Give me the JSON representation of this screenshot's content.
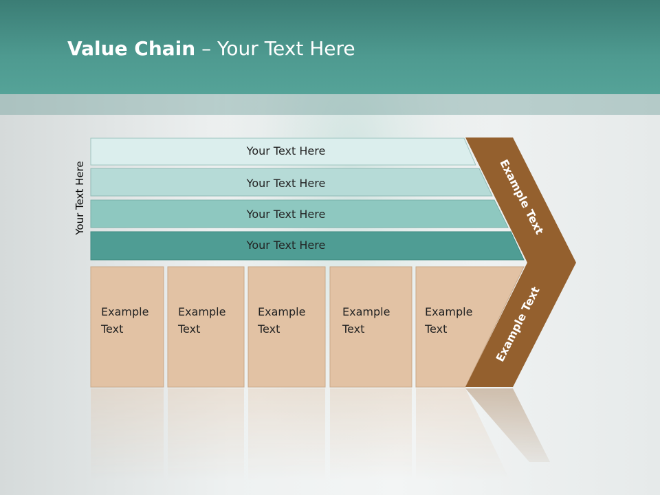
{
  "slide": {
    "title_bold": "Value Chain",
    "title_rest": " – Your Text Here",
    "side_label": "Your Text Here"
  },
  "bars": [
    {
      "label": "Your Text Here",
      "color": "#dbeeed"
    },
    {
      "label": "Your Text Here",
      "color": "#b6dbd7"
    },
    {
      "label": "Your Text Here",
      "color": "#8ec8c0"
    },
    {
      "label": "Your Text Here",
      "color": "#4f9d94"
    }
  ],
  "boxes": [
    {
      "line1": "Example",
      "line2": "Text"
    },
    {
      "line1": "Example",
      "line2": "Text"
    },
    {
      "line1": "Example",
      "line2": "Text"
    },
    {
      "line1": "Example",
      "line2": "Text"
    },
    {
      "line1": "Example",
      "line2": "Text"
    }
  ],
  "chevron": {
    "upper_label": "Example Text",
    "lower_label": "Example Text",
    "color": "#94602e"
  },
  "colors": {
    "header": "#4e9a90",
    "box_fill": "#e2c2a4",
    "box_stroke": "#c9a888"
  }
}
